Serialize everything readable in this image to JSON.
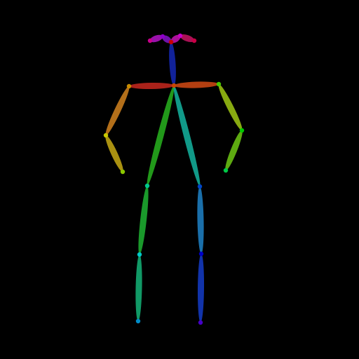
{
  "background": "#000000",
  "figure": {
    "type": "pose-skeleton",
    "keypoints": {
      "nose": "nose",
      "neck": "neck",
      "right_shoulder": "right_shoulder",
      "right_elbow": "right_elbow",
      "right_wrist": "right_wrist",
      "left_shoulder": "left_shoulder",
      "left_elbow": "left_elbow",
      "left_wrist": "left_wrist",
      "right_hip": "right_hip",
      "right_knee": "right_knee",
      "right_ankle": "right_ankle",
      "left_hip": "left_hip",
      "left_knee": "left_knee",
      "left_ankle": "left_ankle",
      "right_eye": "right_eye",
      "left_eye": "left_eye",
      "right_ear": "right_ear",
      "left_ear": "left_ear"
    },
    "limbs": [
      {
        "name": "neck-right-shoulder",
        "from": "neck",
        "to": "right_shoulder",
        "color": "#c8281e"
      },
      {
        "name": "neck-left-shoulder",
        "from": "neck",
        "to": "left_shoulder",
        "color": "#d24a14"
      },
      {
        "name": "right-upper-arm",
        "from": "right_shoulder",
        "to": "right_elbow",
        "color": "#d2821e"
      },
      {
        "name": "right-forearm",
        "from": "right_elbow",
        "to": "right_wrist",
        "color": "#c8aa14"
      },
      {
        "name": "left-upper-arm",
        "from": "left_shoulder",
        "to": "left_elbow",
        "color": "#a0c814"
      },
      {
        "name": "left-forearm",
        "from": "left_elbow",
        "to": "left_wrist",
        "color": "#6ec814"
      },
      {
        "name": "neck-right-hip",
        "from": "neck",
        "to": "right_hip",
        "color": "#28b41e"
      },
      {
        "name": "right-thigh",
        "from": "right_hip",
        "to": "right_knee",
        "color": "#1eb432"
      },
      {
        "name": "right-shin",
        "from": "right_knee",
        "to": "right_ankle",
        "color": "#14b478"
      },
      {
        "name": "neck-left-hip",
        "from": "neck",
        "to": "left_hip",
        "color": "#14b4a0"
      },
      {
        "name": "left-thigh",
        "from": "left_hip",
        "to": "left_knee",
        "color": "#1e82c8"
      },
      {
        "name": "left-shin",
        "from": "left_knee",
        "to": "left_ankle",
        "color": "#143cc8"
      },
      {
        "name": "neck-nose",
        "from": "neck",
        "to": "nose",
        "color": "#1428b4"
      },
      {
        "name": "nose-right-eye",
        "from": "nose",
        "to": "right_eye",
        "color": "#8214c8"
      },
      {
        "name": "right-eye-ear",
        "from": "right_eye",
        "to": "right_ear",
        "color": "#b414c8"
      },
      {
        "name": "nose-left-eye",
        "from": "nose",
        "to": "left_eye",
        "color": "#c814b4"
      },
      {
        "name": "left-eye-ear",
        "from": "left_eye",
        "to": "left_ear",
        "color": "#c81464"
      }
    ],
    "joint_colors": {
      "nose": "#c80000",
      "neck": "#c84600",
      "right_shoulder": "#c88c00",
      "right_elbow": "#c8c800",
      "right_wrist": "#8cc800",
      "left_shoulder": "#46c800",
      "left_elbow": "#00c800",
      "left_wrist": "#00c846",
      "right_hip": "#00c88c",
      "right_knee": "#00c8c8",
      "right_ankle": "#008cc8",
      "left_hip": "#0046c8",
      "left_knee": "#0000c8",
      "left_ankle": "#4600c8",
      "right_eye": "#8c00c8",
      "left_eye": "#c800c8",
      "right_ear": "#c8008c",
      "left_ear": "#c80046"
    }
  }
}
